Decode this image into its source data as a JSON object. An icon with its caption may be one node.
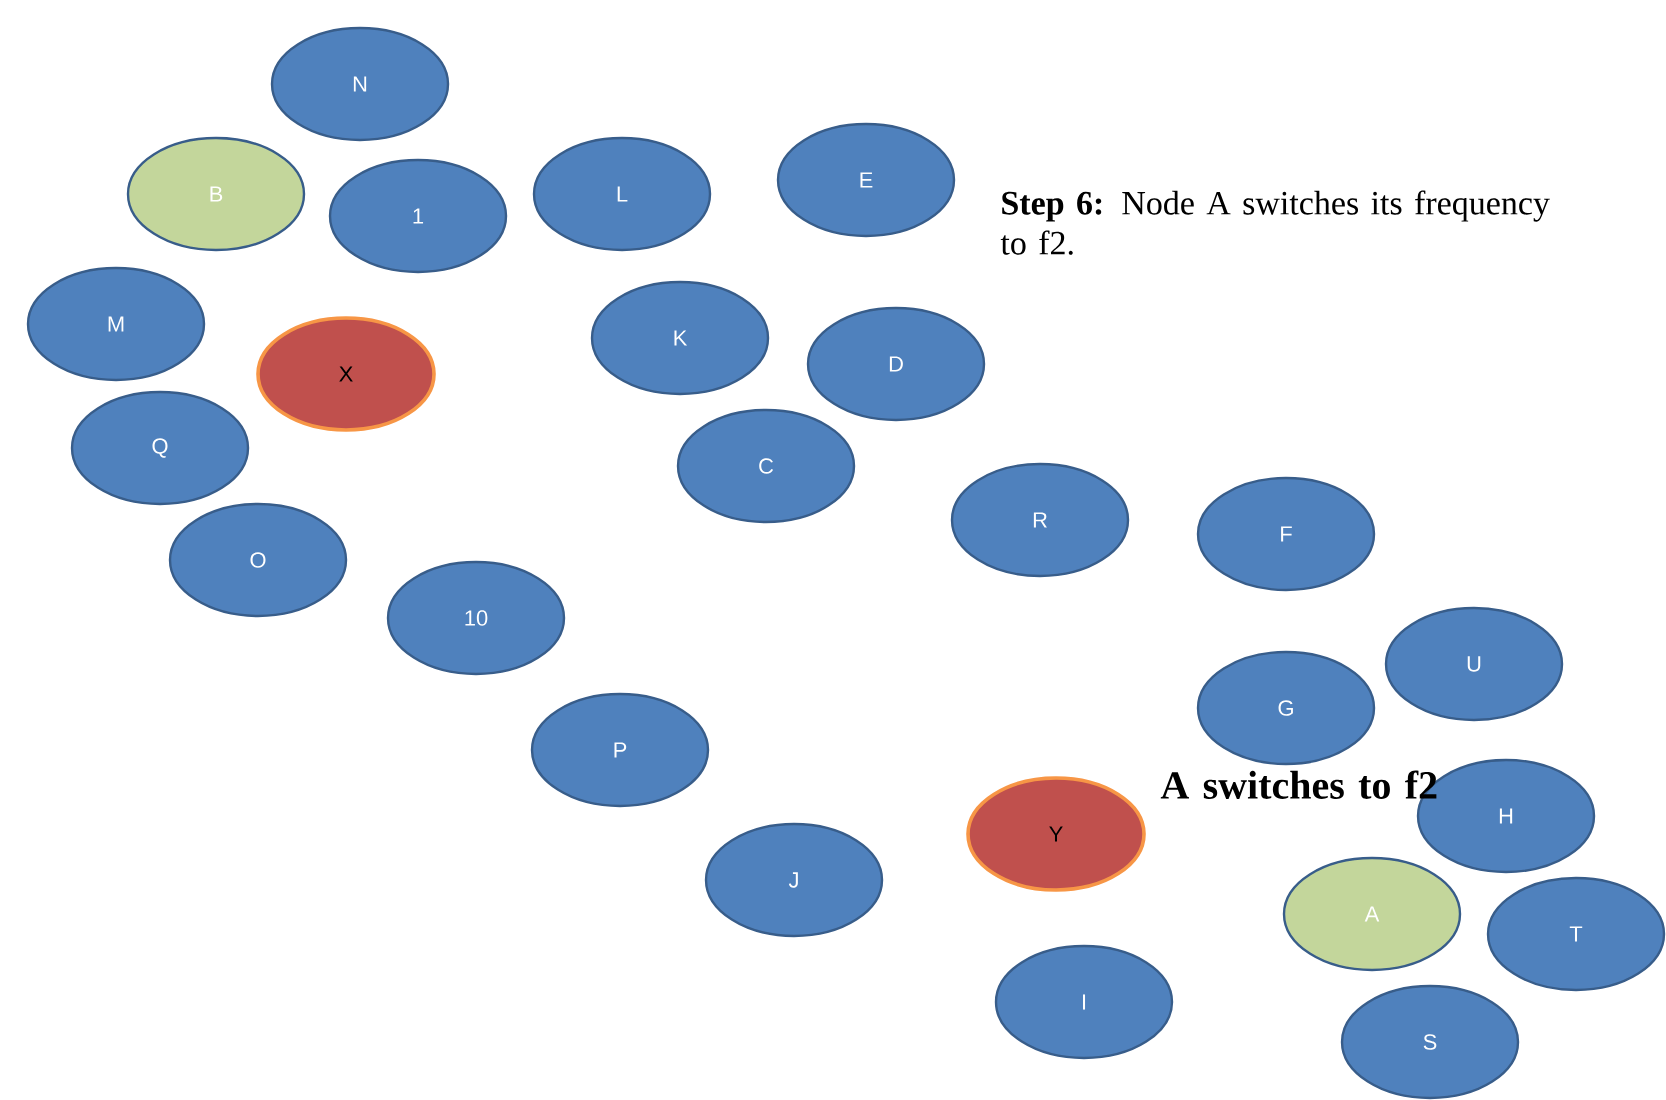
{
  "diagram": {
    "nodes": [
      {
        "text": [
          "N"
        ]
      },
      {
        "text": [
          "B"
        ]
      },
      {
        "text": [
          "1"
        ]
      },
      {
        "text": [
          "L"
        ]
      },
      {
        "text": [
          "E"
        ]
      },
      {
        "text": [
          "M"
        ]
      },
      {
        "text": [
          "K"
        ]
      },
      {
        "text": [
          "X"
        ]
      },
      {
        "text": [
          "D"
        ]
      },
      {
        "text": [
          "Q"
        ]
      },
      {
        "text": [
          "C"
        ]
      },
      {
        "text": [
          "R"
        ]
      },
      {
        "text": [
          "F"
        ]
      },
      {
        "text": [
          "O"
        ]
      },
      {
        "text": [
          "10"
        ]
      },
      {
        "text": [
          "U"
        ]
      },
      {
        "text": [
          "G"
        ]
      },
      {
        "text": [
          "P"
        ]
      },
      {
        "text": [
          "H"
        ]
      },
      {
        "text": [
          "Y"
        ]
      },
      {
        "text": [
          "J"
        ]
      },
      {
        "text": [
          "A"
        ]
      },
      {
        "text": [
          "T"
        ]
      },
      {
        "text": [
          "I"
        ]
      },
      {
        "text": [
          "S"
        ]
      }
    ],
    "labels": [
      "**Step 6:** Node A switches its frequency to f2.",
      "A switches to f2"
    ]
  }
}
